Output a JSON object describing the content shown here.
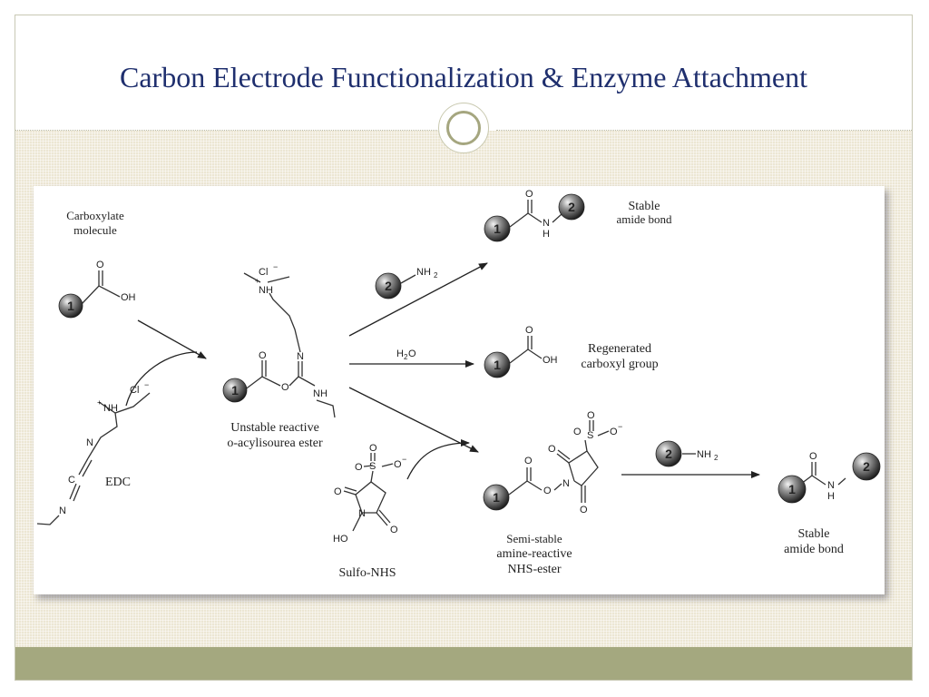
{
  "slide": {
    "title": "Carbon Electrode Functionalization & Enzyme Attachment"
  },
  "diagram": {
    "spheres": {
      "one": "1",
      "two": "2"
    },
    "atoms": {
      "o": "O",
      "oh": "OH",
      "ho": "HO",
      "n": "N",
      "h": "H",
      "nh": "NH",
      "nh_plus": "NH",
      "plus": "+",
      "nh2": "NH",
      "sub2": "2",
      "h2o_h": "H",
      "h2o_o": "O",
      "cl": "Cl",
      "minus": "−",
      "c": "C",
      "s": "S",
      "o_minus": "O"
    },
    "labels": {
      "carboxylate_1": "Carboxylate",
      "carboxylate_2": "molecule",
      "edc": "EDC",
      "intermediate_1": "Unstable reactive",
      "intermediate_2": "o-acylisourea ester",
      "sulfo_nhs": "Sulfo-NHS",
      "stable_amide_top_1": "Stable",
      "stable_amide_top_2": "amide bond",
      "regenerated_1": "Regenerated",
      "regenerated_2": "carboxyl group",
      "nhs_ester_1": "Semi-stable",
      "nhs_ester_2": "amine-reactive",
      "nhs_ester_3": "NHS-ester",
      "stable_amide_bottom_1": "Stable",
      "stable_amide_bottom_2": "amide bond"
    }
  }
}
